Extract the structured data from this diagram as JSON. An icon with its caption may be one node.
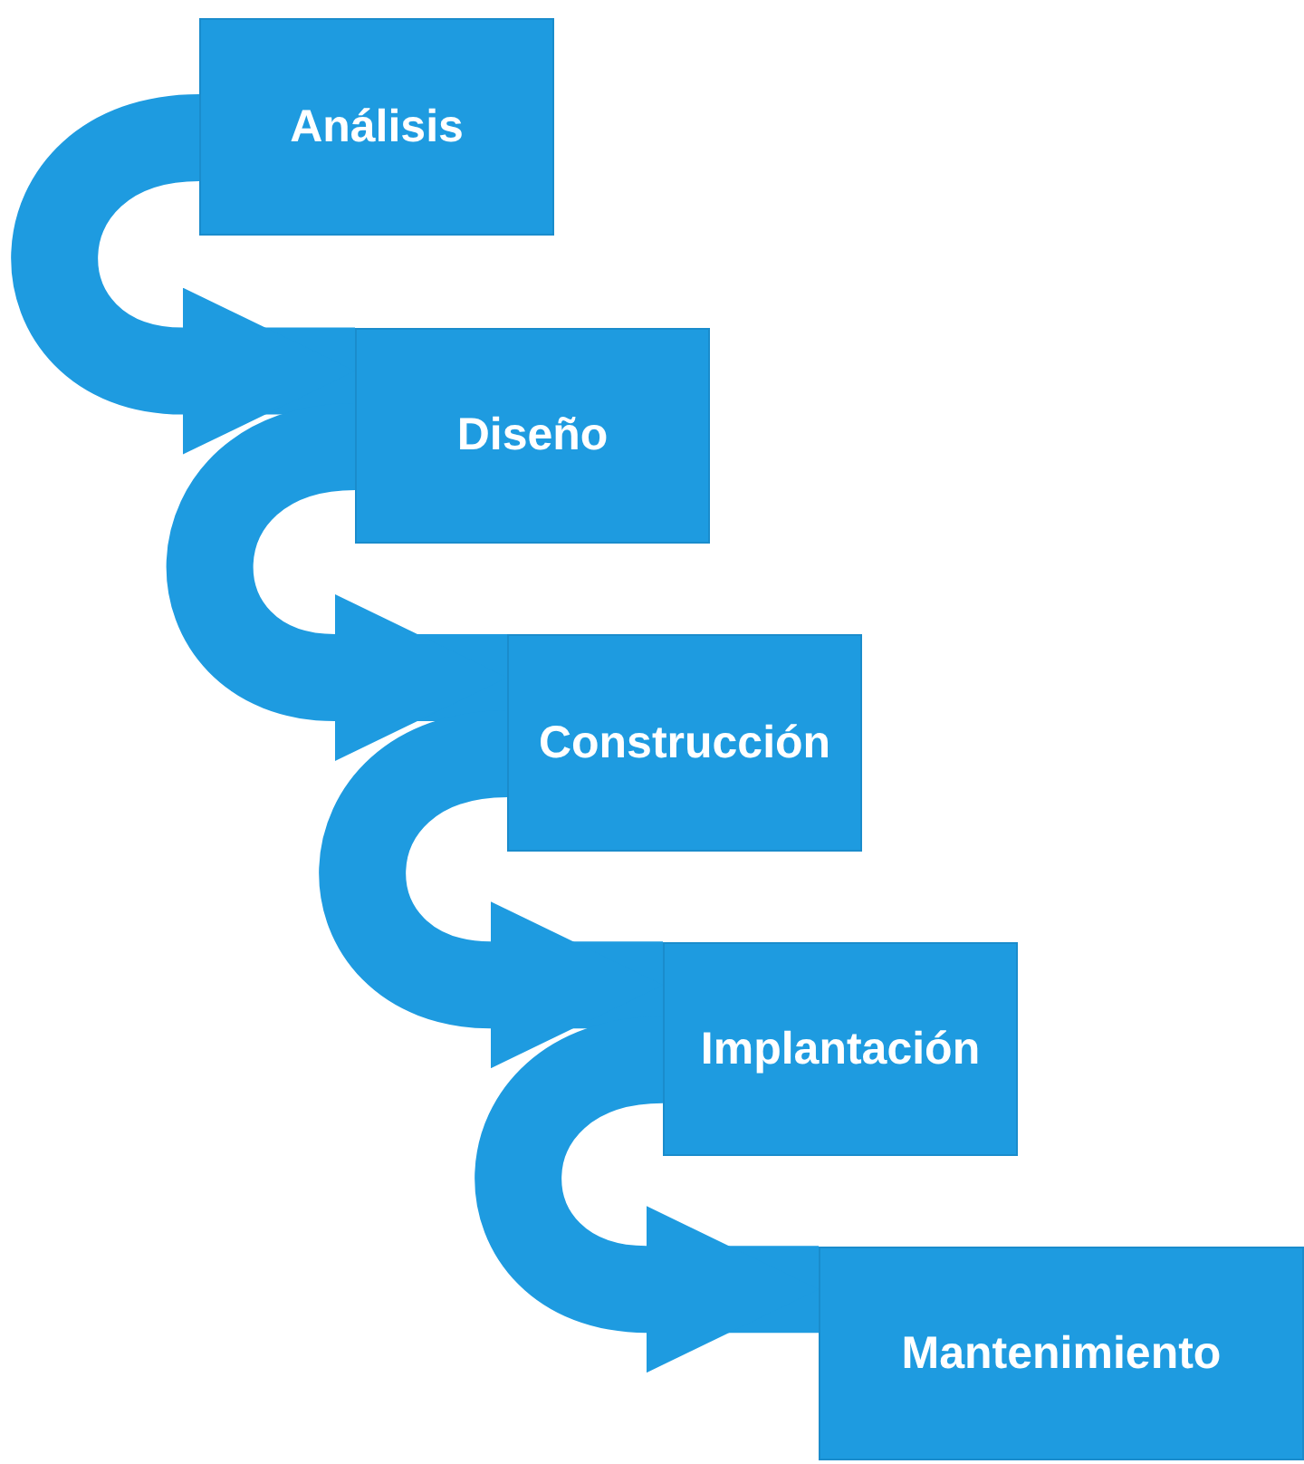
{
  "diagram": {
    "nodes": [
      {
        "text": [
          "Análisis"
        ]
      },
      {
        "text": [
          "Diseño"
        ]
      },
      {
        "text": [
          "Construcción"
        ]
      },
      {
        "text": [
          "Implantación"
        ]
      },
      {
        "text": [
          "Mantenimiento"
        ]
      }
    ],
    "edges": [
      {
        "from": 0,
        "to": 1,
        "arrow": "to"
      },
      {
        "from": 1,
        "to": 2,
        "arrow": "to"
      },
      {
        "from": 2,
        "to": 3,
        "arrow": "to"
      },
      {
        "from": 3,
        "to": 4,
        "arrow": "to"
      }
    ]
  }
}
